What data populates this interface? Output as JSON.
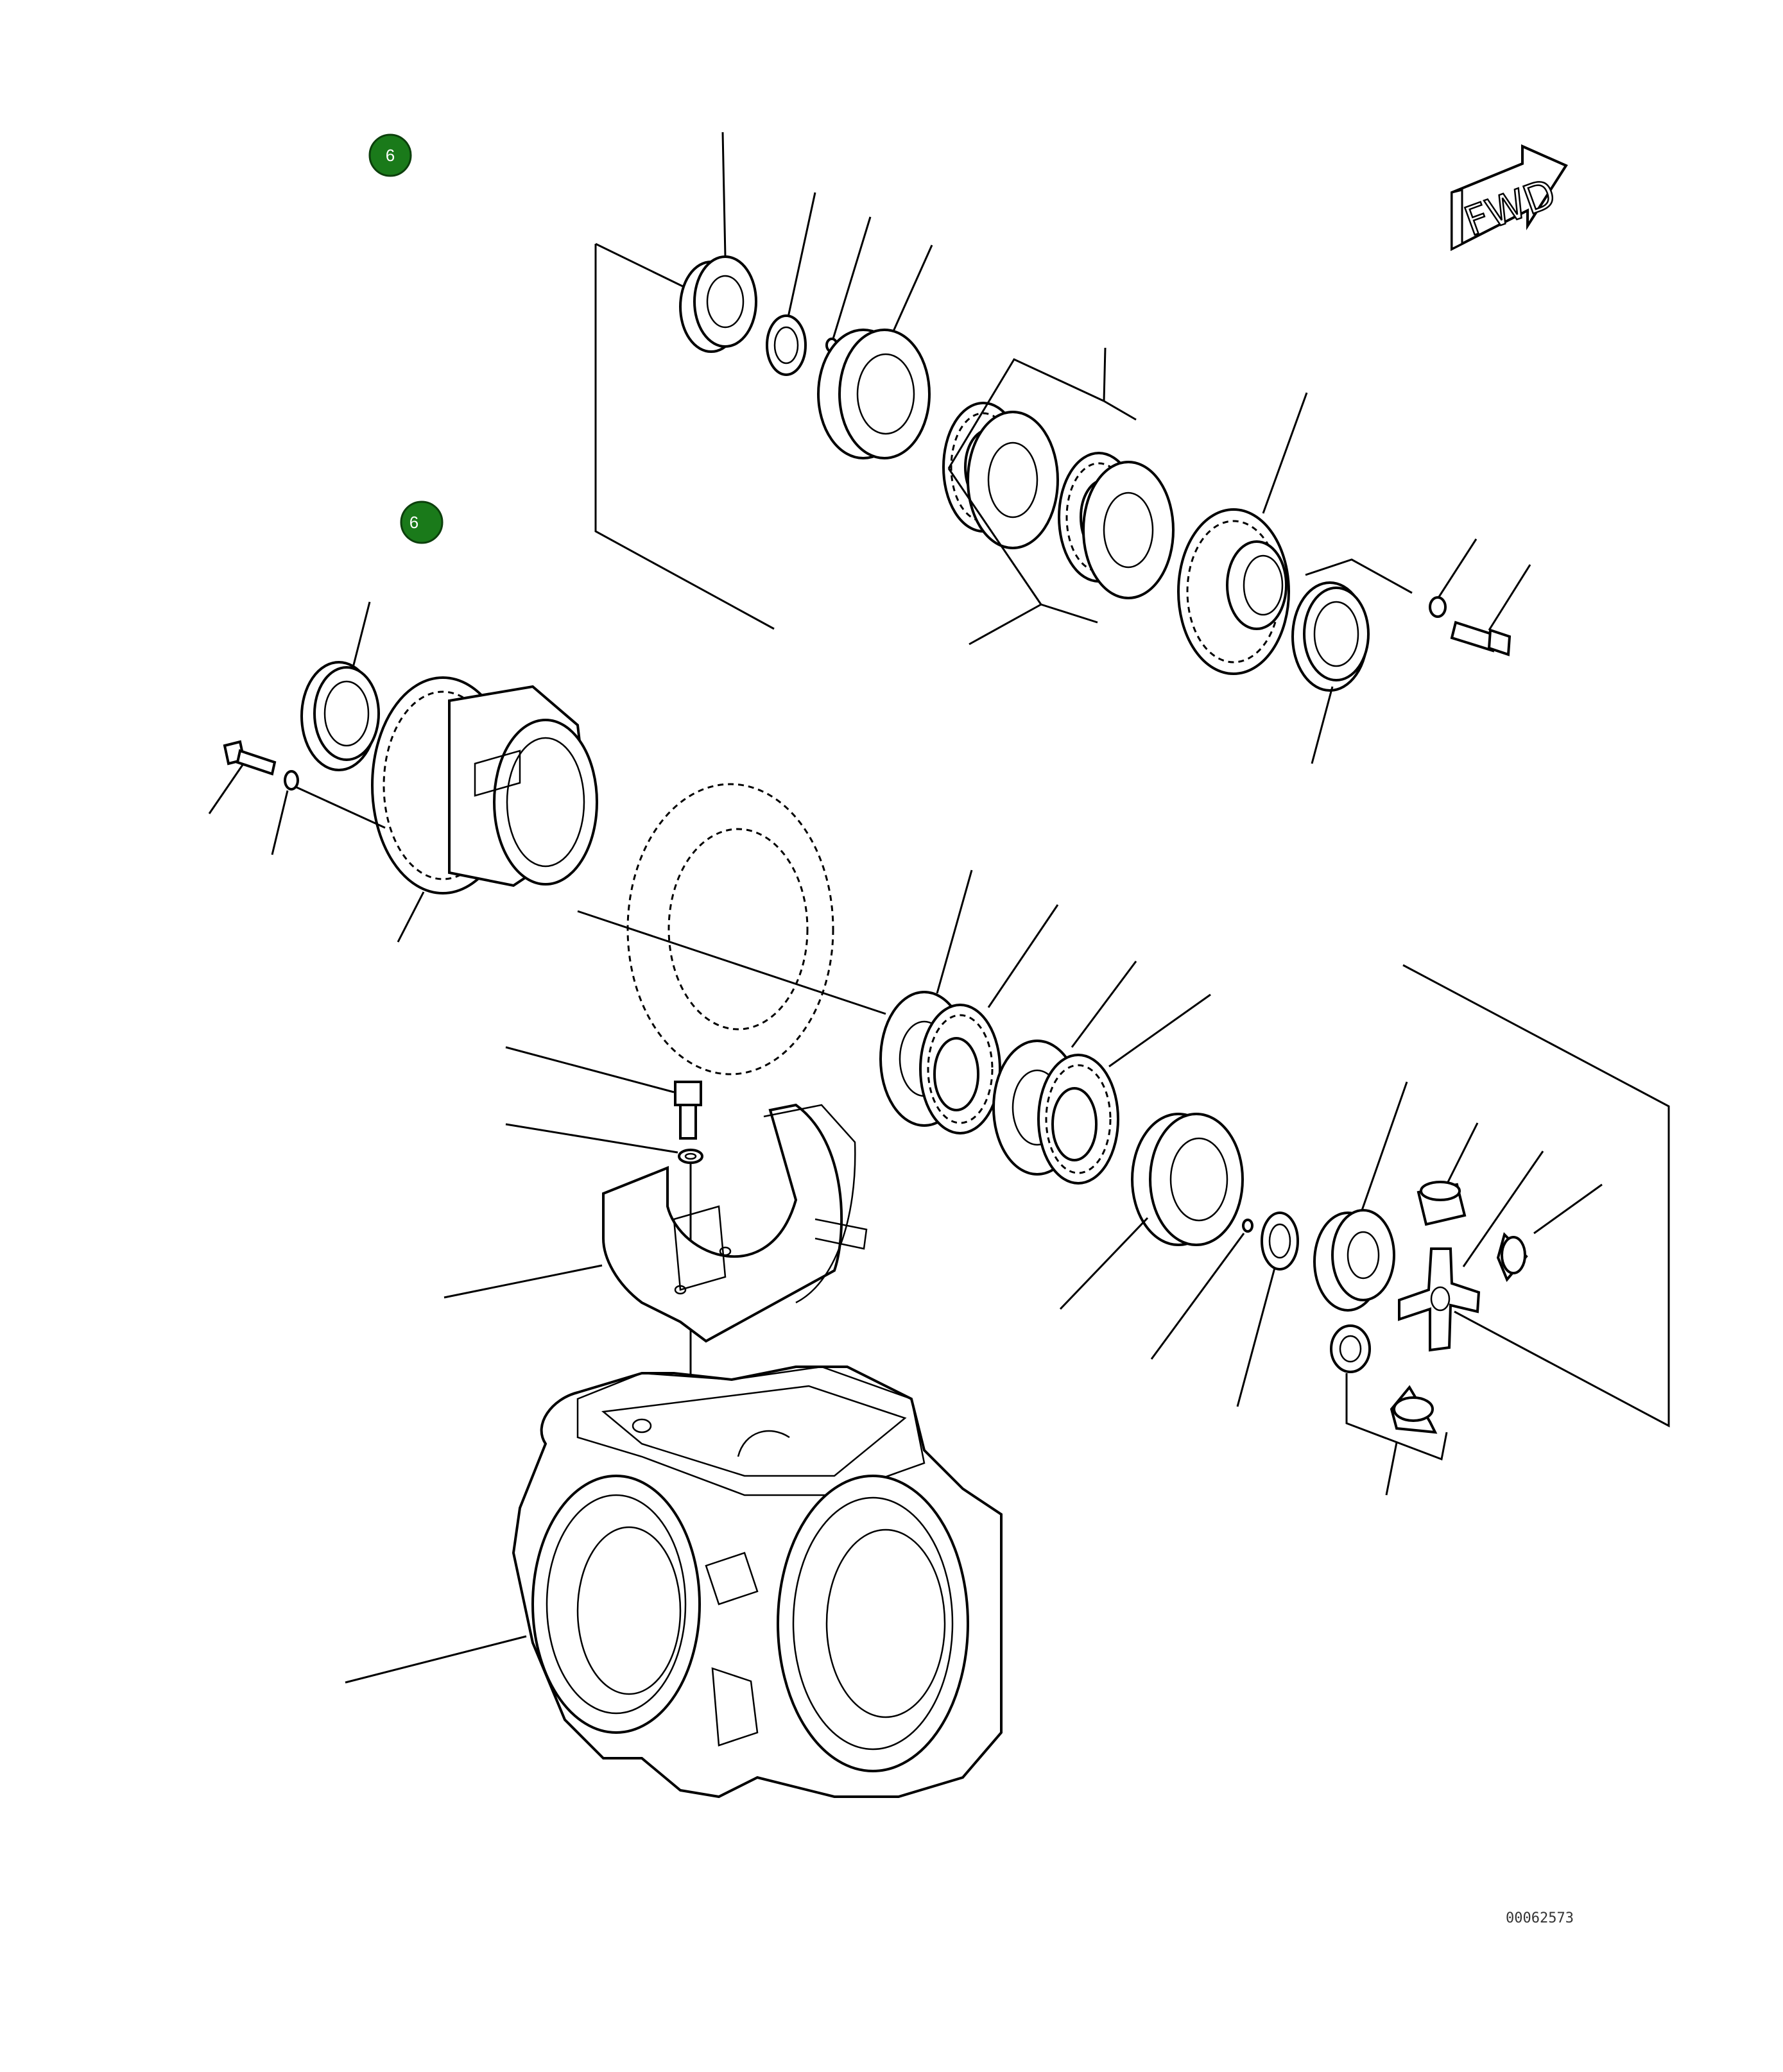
{
  "callouts": [
    {
      "label": "6",
      "color": "#1a7a1a"
    },
    {
      "label": "6",
      "color": "#1a7a1a"
    }
  ],
  "direction_arrow": {
    "label": "FWD"
  },
  "drawing_code": "00062573",
  "colors": {
    "line": "#000000",
    "background": "#ffffff",
    "callout": "#1a7a1a"
  }
}
